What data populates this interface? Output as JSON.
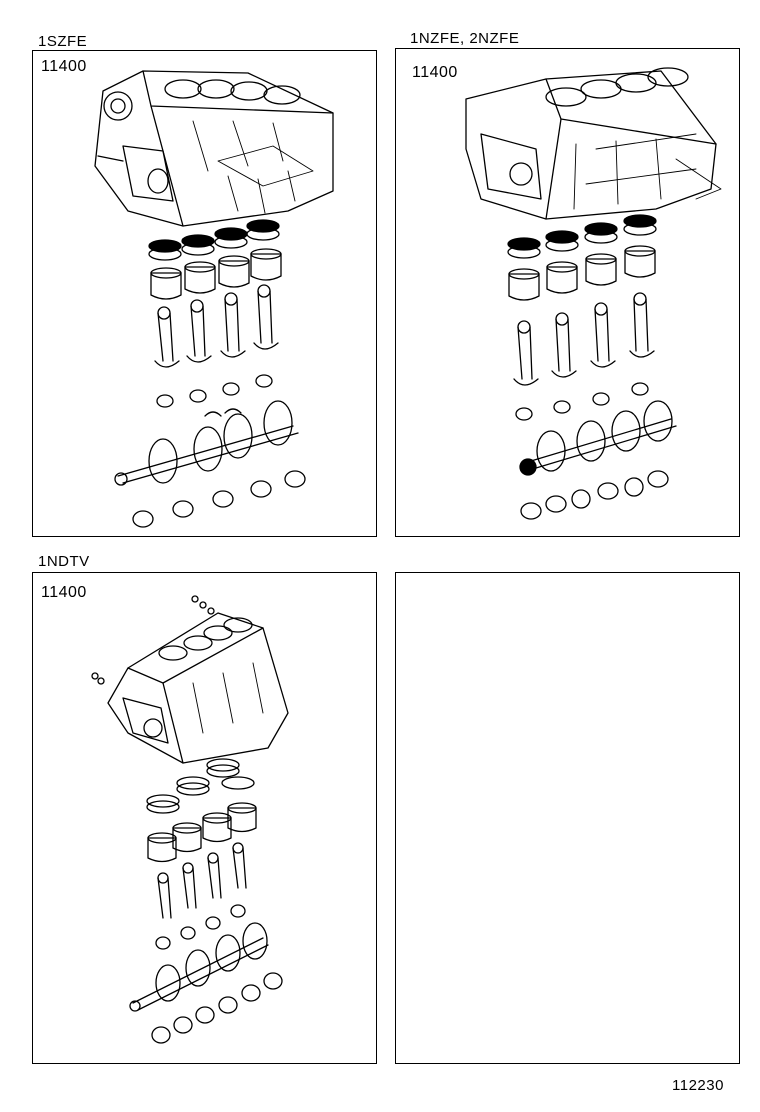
{
  "panels": [
    {
      "engine": "1SZFE",
      "part_number": "11400",
      "icon": "short-block-assembly-illustration"
    },
    {
      "engine": "1NZFE, 2NZFE",
      "part_number": "11400",
      "icon": "short-block-assembly-illustration"
    },
    {
      "engine": "1NDTV",
      "part_number": "11400",
      "icon": "short-block-assembly-illustration"
    },
    {
      "engine": "",
      "part_number": "",
      "icon": ""
    }
  ],
  "figure_number": "112230"
}
